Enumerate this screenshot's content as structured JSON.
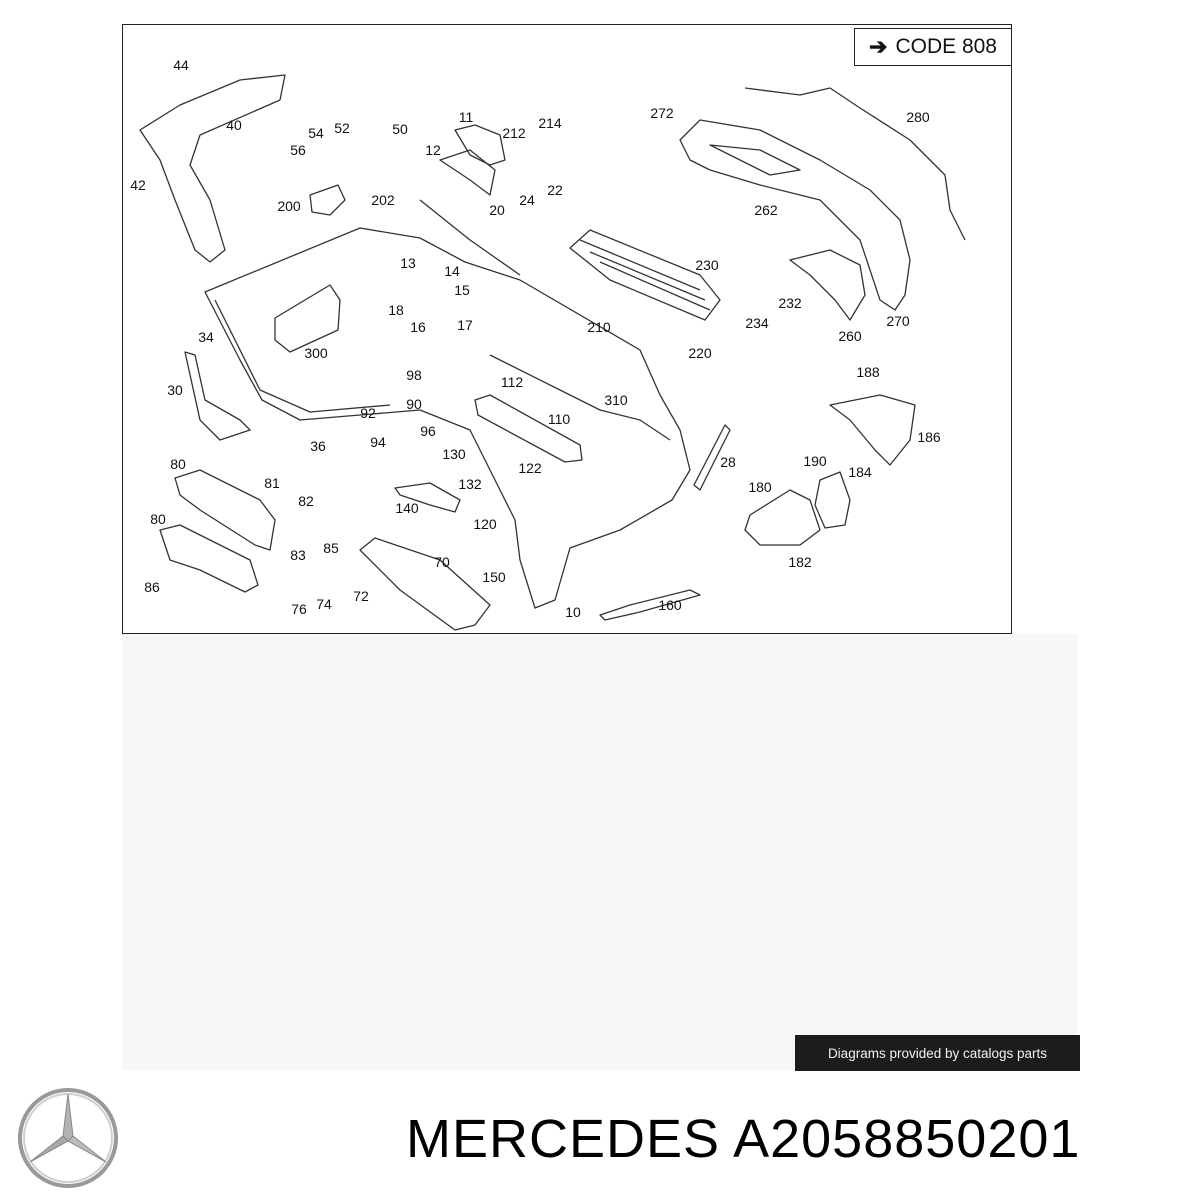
{
  "diagram": {
    "code_label": "CODE 808",
    "part_labels": [
      "44",
      "40",
      "42",
      "54",
      "52",
      "50",
      "56",
      "11",
      "12",
      "212",
      "214",
      "272",
      "280",
      "200",
      "202",
      "24",
      "22",
      "20",
      "262",
      "13",
      "14",
      "18",
      "15",
      "16",
      "17",
      "210",
      "230",
      "232",
      "234",
      "270",
      "260",
      "220",
      "34",
      "300",
      "98",
      "112",
      "310",
      "30",
      "92",
      "90",
      "110",
      "188",
      "94",
      "96",
      "36",
      "130",
      "122",
      "28",
      "186",
      "190",
      "184",
      "80",
      "81",
      "82",
      "132",
      "180",
      "140",
      "120",
      "80",
      "83",
      "85",
      "182",
      "70",
      "150",
      "86",
      "72",
      "76",
      "74",
      "10",
      "160"
    ]
  },
  "footer": {
    "credit": "Diagrams provided by catalogs parts",
    "brand": "MERCEDES",
    "part_number": "A2058850201"
  }
}
